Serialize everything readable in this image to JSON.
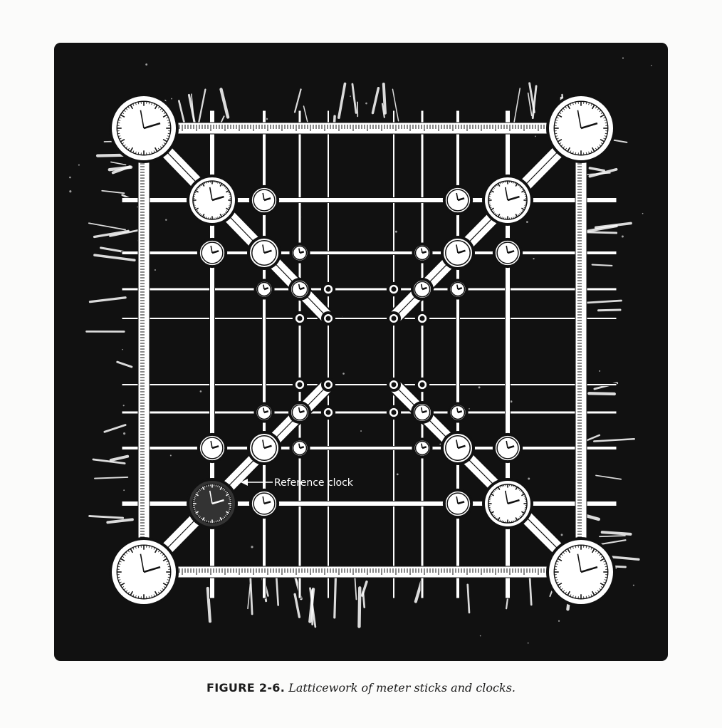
{
  "figure": {
    "label": "Reference clock",
    "grid": {
      "layers": [
        {
          "depth": "front",
          "clock": "large"
        },
        {
          "depth": "second",
          "clock": "medium"
        },
        {
          "depth": "third",
          "clock": "small"
        },
        {
          "depth": "fourth",
          "clock": "tiny"
        },
        {
          "depth": "back",
          "clock": "joint"
        }
      ]
    },
    "colors": {
      "background": "#111111",
      "lattice": "#ffffff",
      "reference_clock": "#333333",
      "page": "#fbfbfa"
    },
    "icons": {
      "clock": "clock-icon",
      "reference": "reference-clock-icon"
    }
  },
  "caption": {
    "number": "FIGURE 2-6.",
    "text": "Latticework of meter sticks and clocks."
  }
}
